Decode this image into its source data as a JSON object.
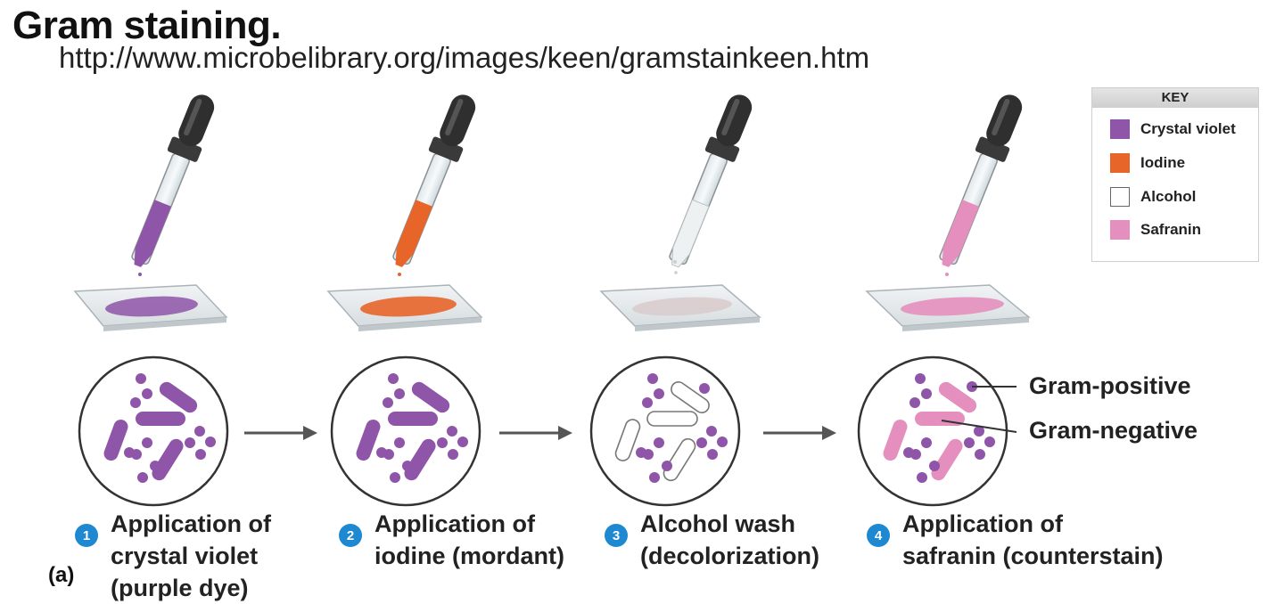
{
  "header": {
    "title": "Gram staining.",
    "url": "http://www.microbelibrary.org/images/keen/gramstainkeen.htm"
  },
  "colors": {
    "crystal_violet": "#8e55a8",
    "iodine": "#e8652a",
    "alcohol": "#ffffff",
    "safranin": "#e48fbe",
    "badge": "#1e88d0"
  },
  "key": {
    "title": "KEY",
    "items": [
      {
        "label": "Crystal violet",
        "color": "#8e55a8"
      },
      {
        "label": "Iodine",
        "color": "#e8652a"
      },
      {
        "label": "Alcohol",
        "color": "#ffffff"
      },
      {
        "label": "Safranin",
        "color": "#e48fbe"
      }
    ]
  },
  "steps": [
    {
      "number": "1",
      "line1": "Application of",
      "line2": "crystal violet",
      "line3": "(purple dye)"
    },
    {
      "number": "2",
      "line1": "Application of",
      "line2": "iodine (mordant)"
    },
    {
      "number": "3",
      "line1": "Alcohol wash",
      "line2": "(decolorization)"
    },
    {
      "number": "4",
      "line1": "Application of",
      "line2": "safranin (counterstain)"
    }
  ],
  "callouts": {
    "gram_positive": "Gram-positive",
    "gram_negative": "Gram-negative"
  },
  "panel_label": "(a)"
}
